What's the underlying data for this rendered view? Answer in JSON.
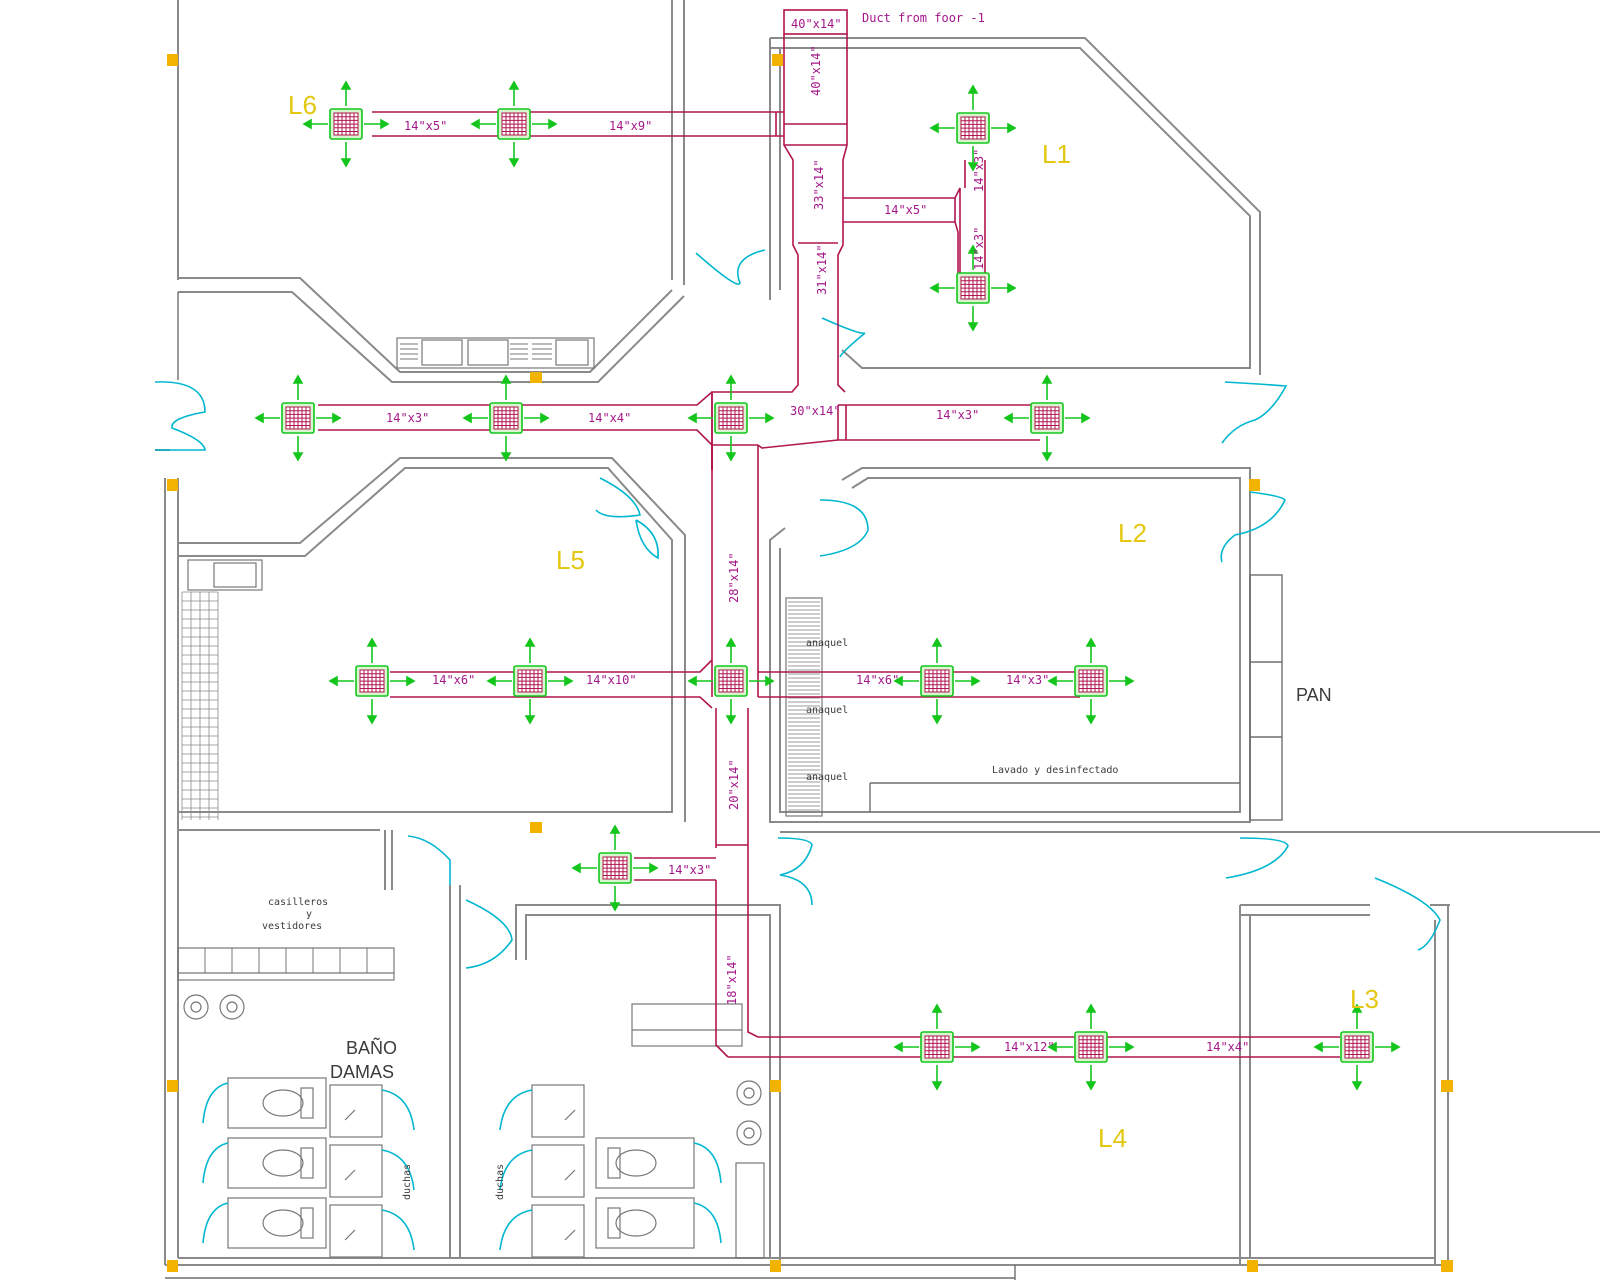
{
  "drawing": {
    "source_note": "Duct from foor -1",
    "main_duct": "40\"x14\""
  },
  "rooms": {
    "l1": "L1",
    "l2": "L2",
    "l3": "L3",
    "l4": "L4",
    "l5": "L5",
    "l6": "L6",
    "pan": "PAN",
    "bano_line1": "BAÑO",
    "bano_line2": "DAMAS"
  },
  "notes": {
    "casilleros_1": "casilleros",
    "casilleros_2": "y",
    "casilleros_3": "vestidores",
    "lavado": "Lavado y desinfectado",
    "anaquel": "anaquel",
    "duchas": "duchas"
  },
  "duct_labels": {
    "vertical_top": "40\"x14\"",
    "l6_a": "14\"x5\"",
    "l6_b": "14\"x9\"",
    "v_33": "33\"x14\"",
    "l1_h": "14\"x5\"",
    "l1_v1": "14\"x3\"",
    "l1_v2": "14\"x3\"",
    "v_31": "31\"x14\"",
    "mid_a": "14\"x3\"",
    "mid_b": "14\"x4\"",
    "mid_30": "30\"x14\"",
    "mid_right": "14\"x3\"",
    "v_28": "28\"x14\"",
    "l5_a": "14\"x6\"",
    "l5_b": "14\"x10\"",
    "l2_a": "14\"x6\"",
    "l2_b": "14\"x3\"",
    "v_20": "20\"x14\"",
    "low_left": "14\"x3\"",
    "v_18": "18\"x14\"",
    "l4_a": "14\"x12\"",
    "l4_b": "14\"x4\""
  },
  "colors": {
    "duct": "#b0154e",
    "diffuser": "#14c51c",
    "door": "#00b7cf",
    "room_label": "#e3c710",
    "column": "#f2b300"
  }
}
